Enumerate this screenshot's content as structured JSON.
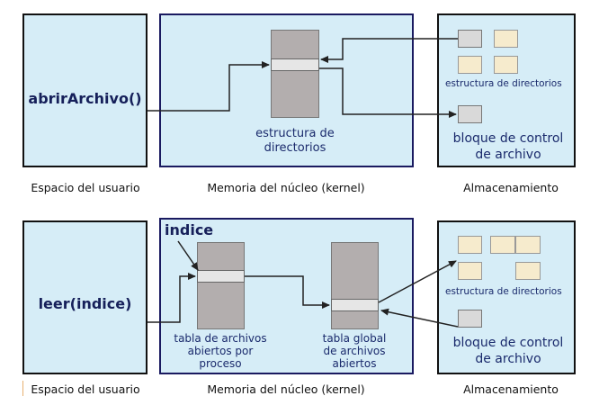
{
  "top": {
    "user_call": "abrirArchivo()",
    "kernel_label": "estructura de\ndirectorios",
    "storage_dir_label": "estructura de directorios",
    "storage_fcb_label": "bloque de control\nde archivo"
  },
  "bottom": {
    "user_call": "leer(indice)",
    "index_label": "indice",
    "per_process_label": "tabla de archivos\nabiertos por\nproceso",
    "global_label": "tabla global\nde archivos\nabiertos",
    "storage_dir_label": "estructura de directorios",
    "storage_fcb_label": "bloque de control\nde archivo"
  },
  "captions": {
    "user_space": "Espacio del usuario",
    "kernel_memory": "Memoria del núcleo (kernel)",
    "storage": "Almacenamiento"
  },
  "colors": {
    "panel_fill": "#d6edf7",
    "kernel_border": "#1a1a60",
    "table_gray": "#b3aeae",
    "block_tan": "#f6ebcd"
  }
}
